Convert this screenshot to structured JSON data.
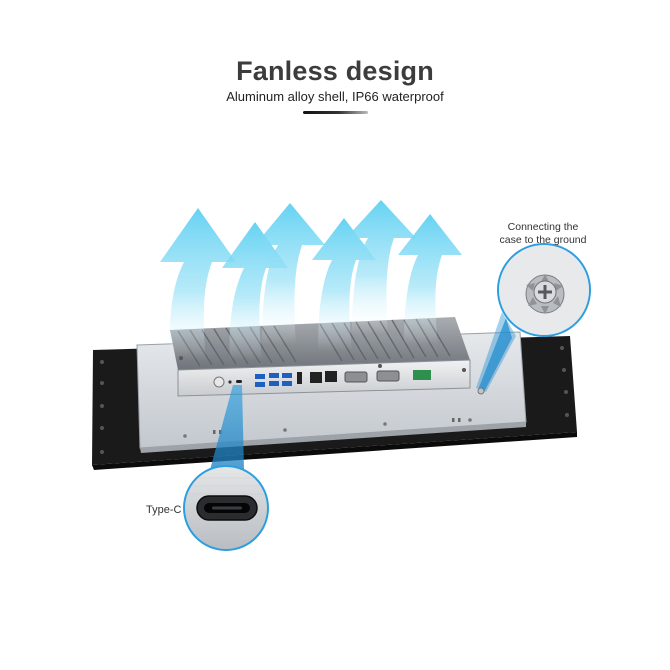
{
  "header": {
    "title": "Fanless design",
    "subtitle": "Aluminum alloy shell, IP66 waterproof"
  },
  "callouts": {
    "ground": {
      "line1": "Connecting the",
      "line2": "case to the ground"
    },
    "typec": {
      "label": "Type-C"
    }
  },
  "colors": {
    "arrow_top": "#5ed0f2",
    "arrow_bottom": "#ffffff",
    "bezel": "#1a1a1a",
    "chassis": "#c9ced4",
    "callout_beam": "#2a9ee0",
    "title": "#3c3c3c"
  },
  "icons": {
    "airflow": "upward-arrow-icon",
    "screw": "ground-screw-icon",
    "port": "type-c-port-icon",
    "power": "power-button-icon"
  }
}
